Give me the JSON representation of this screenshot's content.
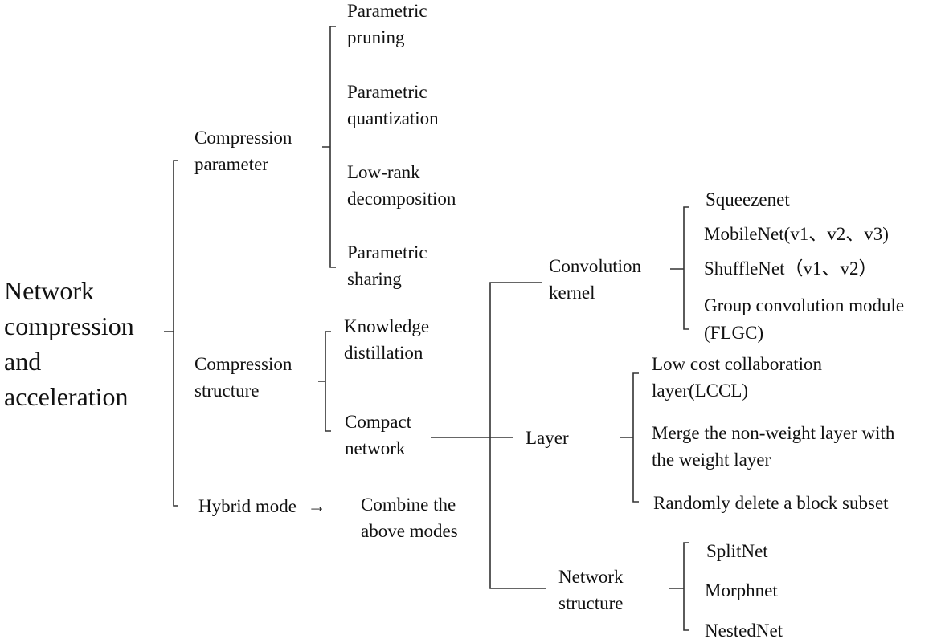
{
  "diagram": {
    "root": [
      "Network",
      "compression",
      "and",
      "acceleration"
    ],
    "level1": {
      "compression_parameter": [
        "Compression",
        "parameter"
      ],
      "compression_structure": [
        "Compression",
        "structure"
      ],
      "hybrid_mode": "Hybrid mode",
      "arrow": "→"
    },
    "parameter_methods": {
      "pruning": [
        "Parametric",
        "pruning"
      ],
      "quantization": [
        "Parametric",
        "quantization"
      ],
      "low_rank": [
        "Low-rank",
        "decomposition"
      ],
      "sharing": [
        "Parametric",
        "sharing"
      ]
    },
    "structure_methods": {
      "knowledge_distillation": [
        "Knowledge",
        "distillation"
      ],
      "compact_network": [
        "Compact",
        "network"
      ]
    },
    "hybrid_result": [
      "Combine the",
      "above modes"
    ],
    "compact_branches": {
      "convolution_kernel": [
        "Convolution",
        "kernel"
      ],
      "layer": "Layer",
      "network_structure": [
        "Network",
        "structure"
      ]
    },
    "kernel_items": {
      "squeezenet": "Squeezenet",
      "mobilenet": "MobileNet(v1、v2、v3)",
      "shufflenet": "ShuffleNet（v1、v2）",
      "flgc": [
        "Group convolution module",
        "(FLGC)"
      ]
    },
    "layer_items": {
      "lccl": [
        "Low cost collaboration",
        "layer(LCCL)"
      ],
      "merge": [
        "Merge the non-weight layer with",
        "the weight layer"
      ],
      "random_delete": "Randomly delete a block subset"
    },
    "network_structure_items": {
      "splitnet": "SplitNet",
      "morphnet": "Morphnet",
      "nestednet": "NestedNet"
    }
  },
  "colors": {
    "line": "#333333",
    "text": "#111111",
    "background": "#ffffff"
  }
}
